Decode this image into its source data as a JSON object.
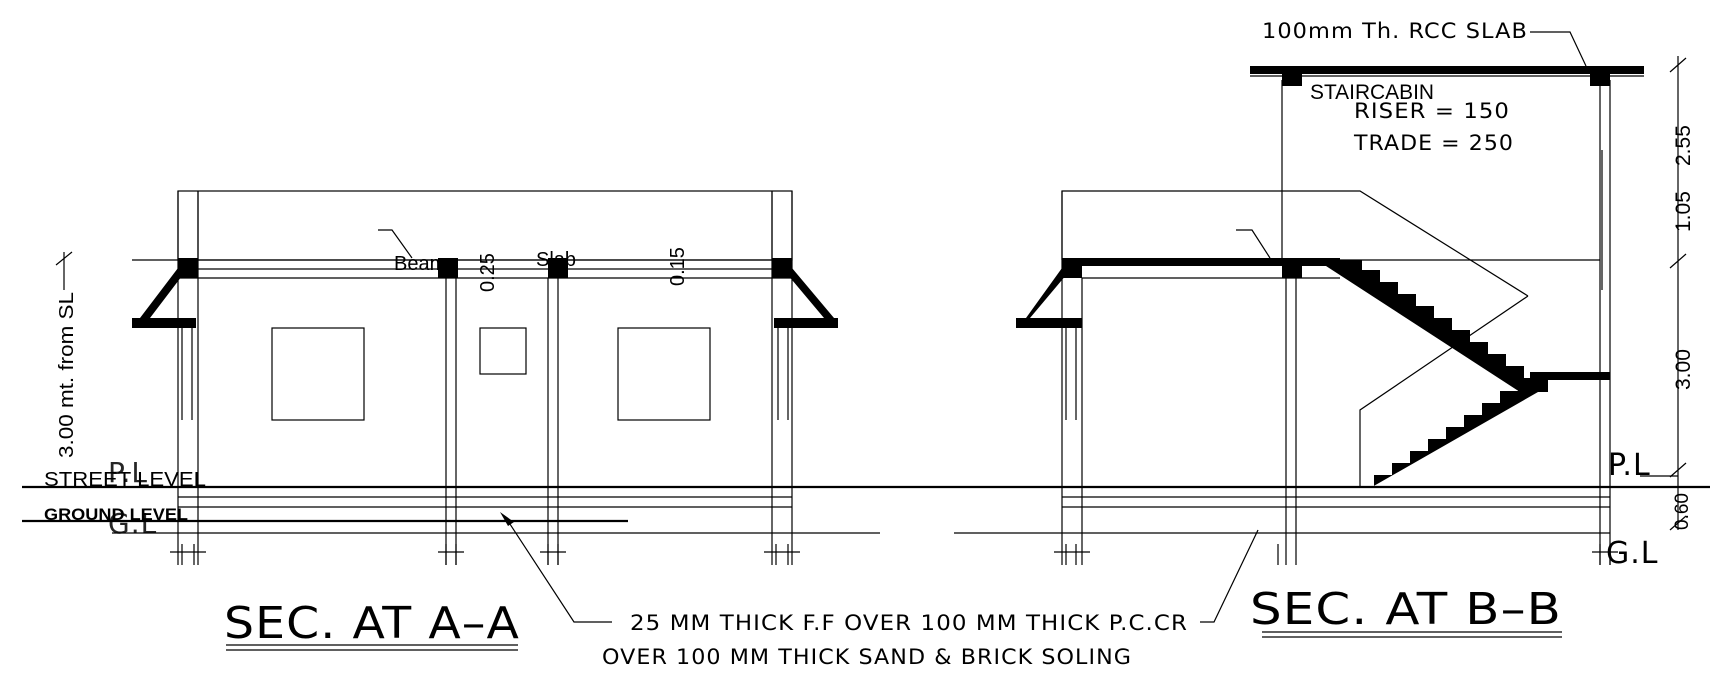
{
  "section_a": {
    "title": "SEC. AT A–A",
    "beam_label": "Beam",
    "beam_depth": "0.25",
    "slab_label": "Slab",
    "slab_depth": "0.15",
    "street_level": "STREET LEVEL",
    "ground_level": "GROUND LEVEL",
    "pl": "P.L",
    "gl": "G.L",
    "height_dim": "3.00 mt. from SL"
  },
  "section_b": {
    "title": "SEC. AT B–B",
    "rcc_slab": "100mm Th. RCC SLAB",
    "staircabin": "STAIRCABIN",
    "riser": "RISER  =  150",
    "trade": "TRADE  =  250",
    "pl": "P.L",
    "gl": "G.L",
    "dims": [
      "2.55",
      "1.05",
      "3.00",
      "0.60"
    ]
  },
  "floor_note": {
    "line1": "25  MM  THICK  F.F  OVER  100  MM  THICK  P.C.CR",
    "line2": "OVER  100  MM  THICK  SAND  &  BRICK  SOLING"
  }
}
